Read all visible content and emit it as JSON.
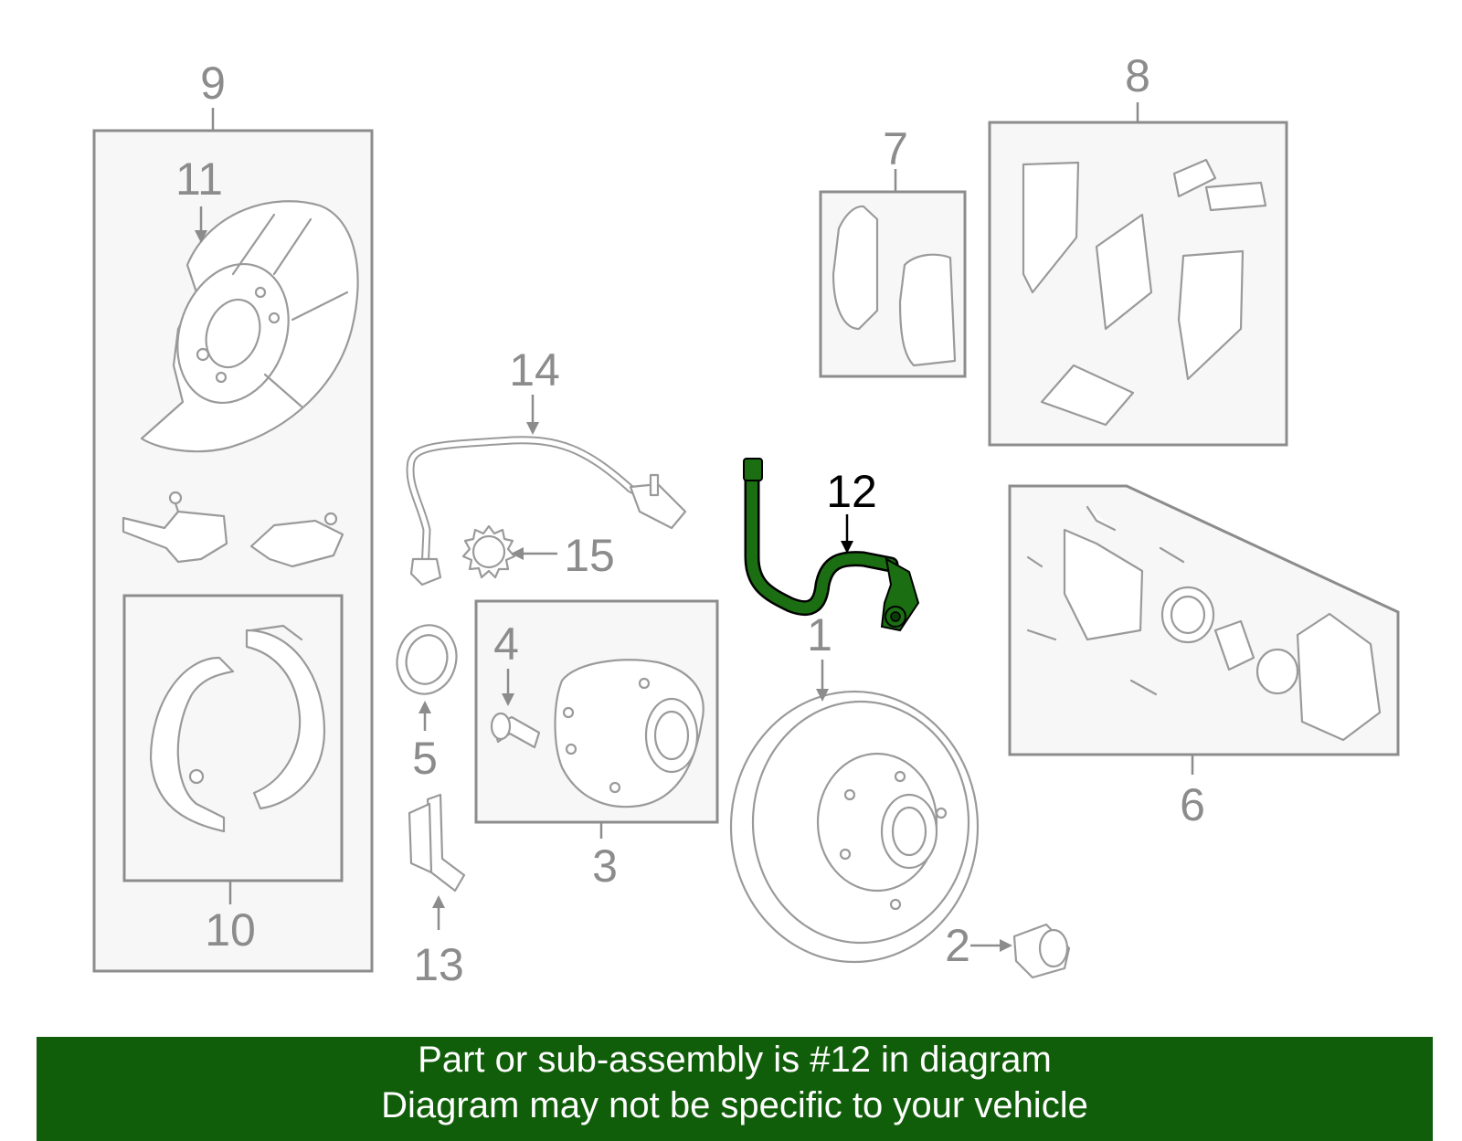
{
  "labels": {
    "p1": "1",
    "p2": "2",
    "p3": "3",
    "p4": "4",
    "p5": "5",
    "p6": "6",
    "p7": "7",
    "p8": "8",
    "p9": "9",
    "p10": "10",
    "p11": "11",
    "p12": "12",
    "p13": "13",
    "p14": "14",
    "p15": "15"
  },
  "highlighted_part": "12",
  "colors": {
    "highlight": "#1b6e12",
    "banner": "#115e0a",
    "line": "#8c8c8c"
  },
  "banner": {
    "line1": "Part or sub-assembly is #12 in diagram",
    "line2": "Diagram may not be specific to your vehicle"
  }
}
